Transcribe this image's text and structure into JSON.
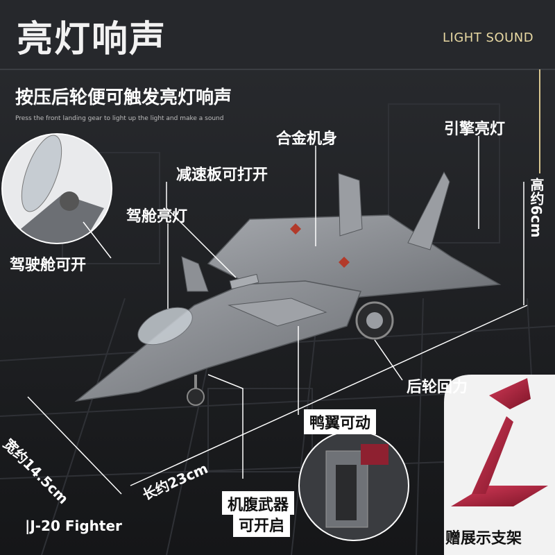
{
  "title": "亮灯响声",
  "badge": "LIGHT SOUND",
  "subtitle": "按压后轮便可触发亮灯响声",
  "subtitle_en": "Press the front landing gear to light up the light and make a sound",
  "labels": {
    "body": "合金机身",
    "engine_light": "引擎亮灯",
    "speed_brake": "减速板可打开",
    "cockpit_light": "驾舱亮灯",
    "cockpit_open": "驾驶舱可开",
    "rear_wheel": "后轮回力",
    "canard": "鸭翼可动",
    "weapons_line1": "机腹武器",
    "weapons_line2": "可开启",
    "gift": "赠展示支架"
  },
  "dimensions": {
    "height": "高约6cm",
    "width": "宽约14.5cm",
    "length": "长约23cm"
  },
  "footer": "J-20 Fighter",
  "colors": {
    "background": "#1e1f22",
    "aircraft": "#8a8d92",
    "stand": "#b0243f",
    "badge_text": "#e8d9a3"
  }
}
